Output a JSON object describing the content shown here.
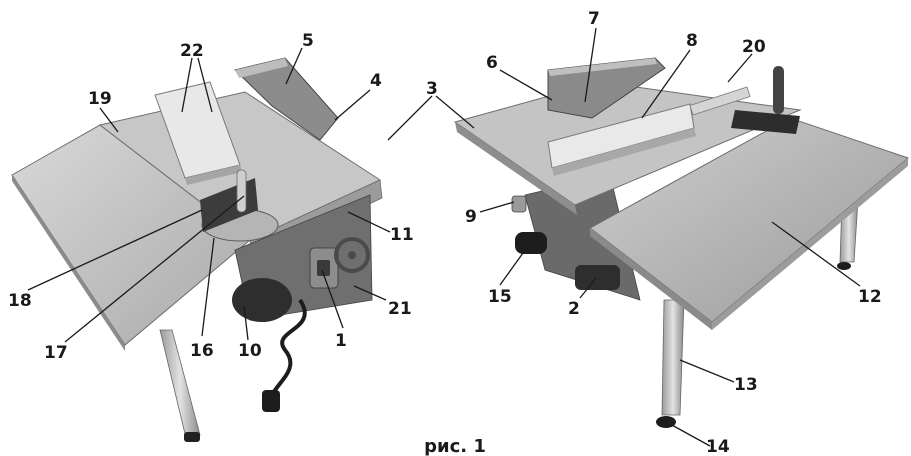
{
  "figure": {
    "caption": "рис. 1",
    "callouts": [
      "1",
      "2",
      "3",
      "4",
      "5",
      "6",
      "7",
      "8",
      "9",
      "10",
      "11",
      "12",
      "13",
      "14",
      "15",
      "16",
      "17",
      "18",
      "19",
      "20",
      "21",
      "22"
    ]
  }
}
